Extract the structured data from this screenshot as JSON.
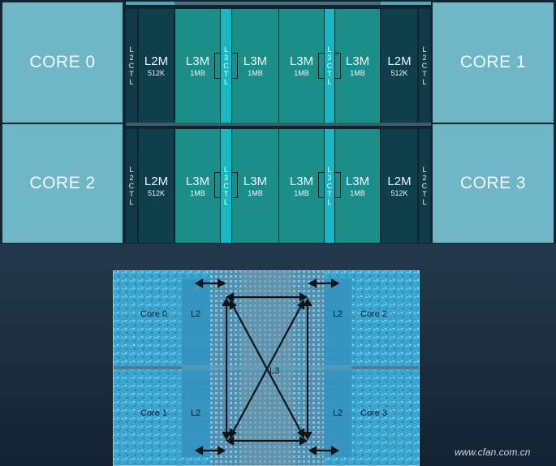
{
  "cores": [
    "CORE 0",
    "CORE 1",
    "CORE 2",
    "CORE 3"
  ],
  "l2ctl_chars": [
    "L",
    "2",
    "C",
    "T",
    "L"
  ],
  "l3ctl_chars": [
    "L",
    "3",
    "C",
    "T",
    "L"
  ],
  "l2m": {
    "name": "L2M",
    "size": "512K"
  },
  "l3m": {
    "name": "L3M",
    "size": "1MB"
  },
  "die": {
    "core0": "Core 0",
    "core1": "Core 1",
    "core2": "Core 2",
    "core3": "Core 3",
    "l2": "L2",
    "l3": "L3"
  },
  "watermark": "www.cfan.com.cn",
  "colors": {
    "core": "#6fb6c7",
    "l2_ctl": "#103a45",
    "l2m": "#0f3f4a",
    "l3m": "#1c8e8a",
    "l3_ctl": "#1ab7c2",
    "die_cyan": "#3aa6cf"
  }
}
